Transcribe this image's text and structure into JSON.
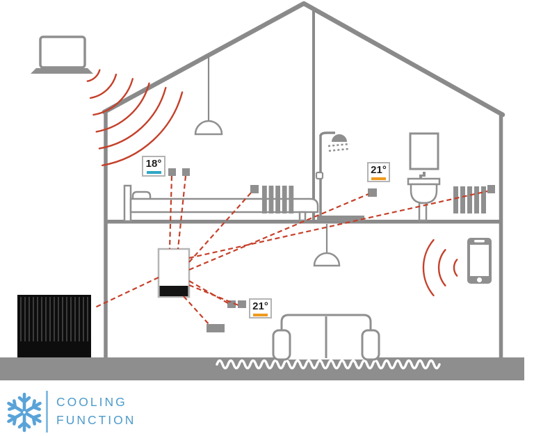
{
  "colors": {
    "signal_red": "#c5402a",
    "structure_gray": "#8a8a8a",
    "object_gray": "#8f8f8f",
    "ground_gray": "#8e8e8e",
    "unit_black": "#0d0d0d",
    "cool_accent": "#2fa6c4",
    "warm_accent": "#ef9a1f",
    "brand_blue": "#5aa3d8",
    "brand_text_blue": "#4e9bcb"
  },
  "thermostats": {
    "bedroom": {
      "value": "18°",
      "mode": "cooling"
    },
    "bathroom": {
      "value": "21°",
      "mode": "heating"
    },
    "living": {
      "value": "21°",
      "mode": "heating"
    }
  },
  "logo": {
    "icon": "snowflake-icon",
    "line1": "COOLING",
    "line2": "FUNCTION"
  }
}
